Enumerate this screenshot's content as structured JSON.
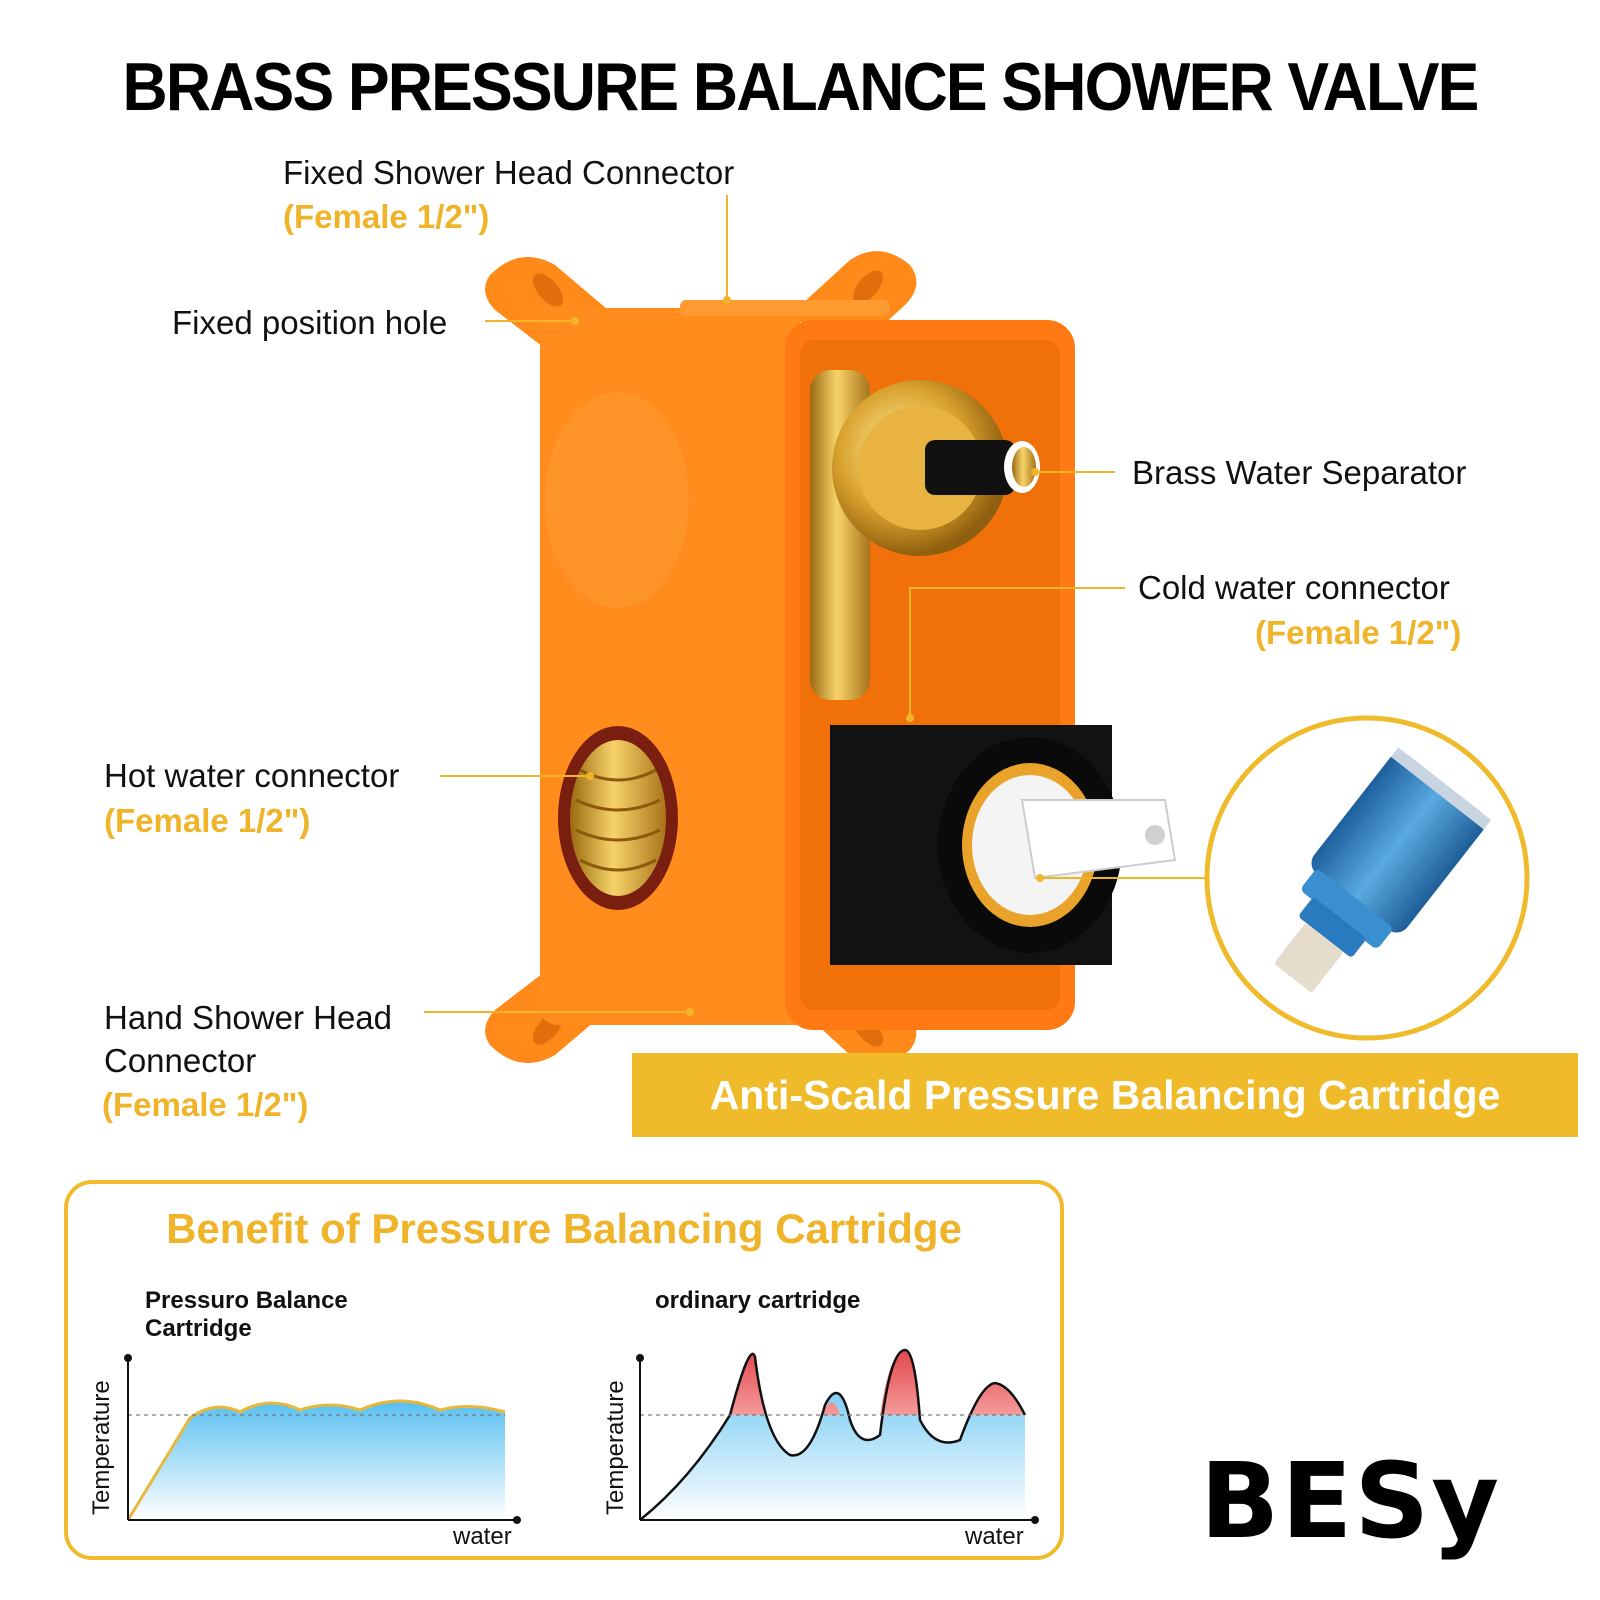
{
  "title": "BRASS PRESSURE BALANCE SHOWER VALVE",
  "callouts": {
    "fixed_shower_head": {
      "label": "Fixed Shower Head Connector",
      "spec": "(Female 1/2\")"
    },
    "fixed_position_hole": {
      "label": "Fixed position hole"
    },
    "brass_separator": {
      "label": "Brass Water Separator"
    },
    "cold_water": {
      "label": "Cold water connector",
      "spec": "(Female 1/2\")"
    },
    "hot_water": {
      "label": "Hot water connector",
      "spec": "(Female 1/2\")"
    },
    "hand_shower": {
      "label_line1": "Hand Shower Head",
      "label_line2": "Connector",
      "spec": "(Female 1/2\")"
    }
  },
  "banner": "Anti-Scald Pressure Balancing Cartridge",
  "benefit": {
    "title": "Benefit of Pressure Balancing Cartridge",
    "left_chart": {
      "title_line1": "Pressuro Balance",
      "title_line2": "Cartridge",
      "ylabel": "Temperature",
      "xlabel": "water"
    },
    "right_chart": {
      "title": "ordinary cartridge",
      "ylabel": "Temperature",
      "xlabel": "water"
    }
  },
  "logo": "BESy",
  "colors": {
    "accent": "#f0bb2b",
    "box_orange": "#ff8a1a",
    "brass": "#d8a530",
    "cartridge_blue": "#2f7fc0"
  }
}
